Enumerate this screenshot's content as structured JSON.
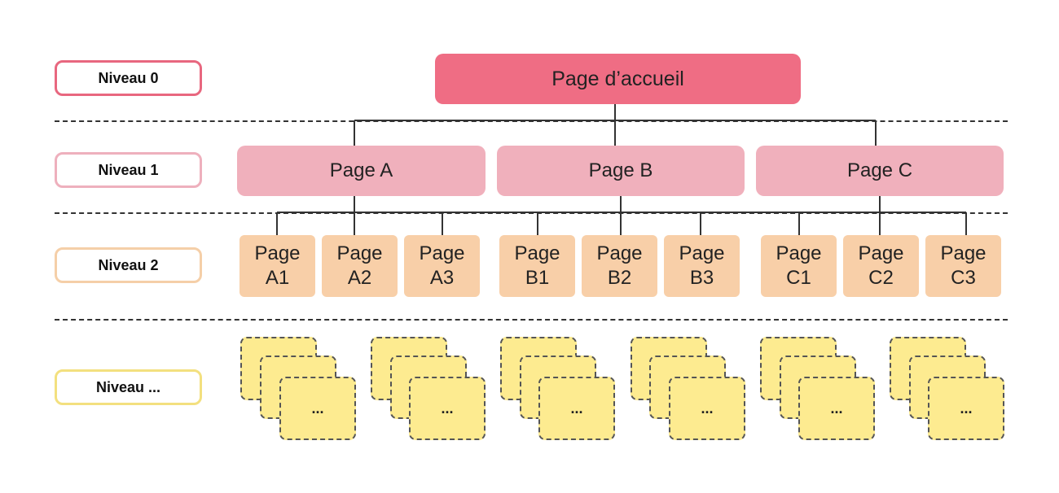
{
  "levels": [
    {
      "label": "Niveau 0",
      "color": "#e8677f"
    },
    {
      "label": "Niveau 1",
      "color": "#eeb0bd"
    },
    {
      "label": "Niveau 2",
      "color": "#f5cfa8"
    },
    {
      "label": "Niveau ...",
      "color": "#f3e07f"
    }
  ],
  "root": {
    "label": "Page d’accueil"
  },
  "level1": [
    {
      "label": "Page A"
    },
    {
      "label": "Page B"
    },
    {
      "label": "Page C"
    }
  ],
  "level2": [
    {
      "line1": "Page",
      "line2": "A1"
    },
    {
      "line1": "Page",
      "line2": "A2"
    },
    {
      "line1": "Page",
      "line2": "A3"
    },
    {
      "line1": "Page",
      "line2": "B1"
    },
    {
      "line1": "Page",
      "line2": "B2"
    },
    {
      "line1": "Page",
      "line2": "B3"
    },
    {
      "line1": "Page",
      "line2": "C1"
    },
    {
      "line1": "Page",
      "line2": "C2"
    },
    {
      "line1": "Page",
      "line2": "C3"
    }
  ],
  "level_more": {
    "placeholder": "..."
  }
}
